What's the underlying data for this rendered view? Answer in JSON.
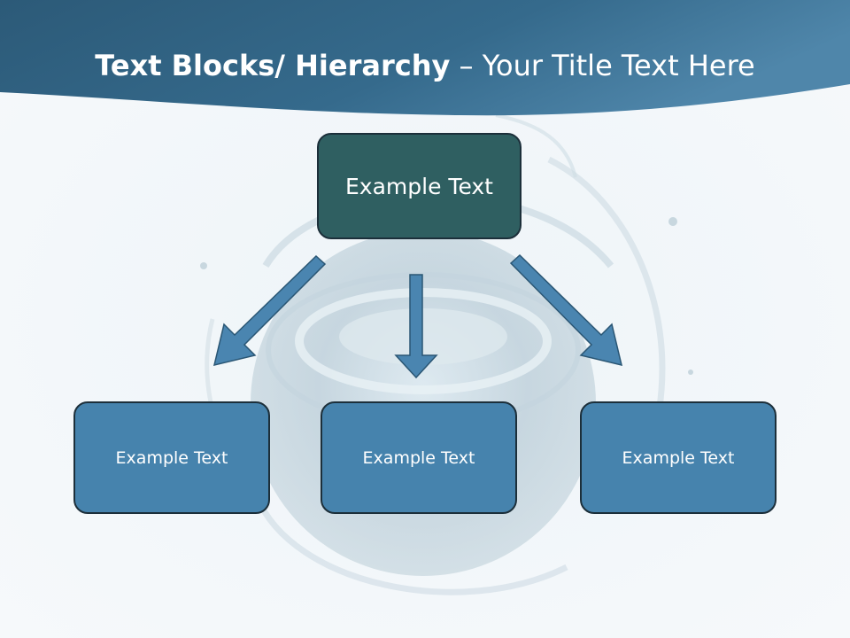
{
  "header": {
    "title_bold": "Text Blocks/ Hierarchy",
    "title_rest": " – Your Title Text Here"
  },
  "diagram": {
    "root": {
      "label": "Example Text"
    },
    "children": [
      {
        "label": "Example Text"
      },
      {
        "label": "Example Text"
      },
      {
        "label": "Example Text"
      }
    ]
  },
  "colors": {
    "header_dark": "#2c5a78",
    "header_light": "#4f86aa",
    "root_fill": "#2f5f61",
    "child_fill": "#4683ad",
    "border": "#1c2f3a",
    "arrow_fill": "#4a85b0",
    "background": "#f2f7fa"
  }
}
